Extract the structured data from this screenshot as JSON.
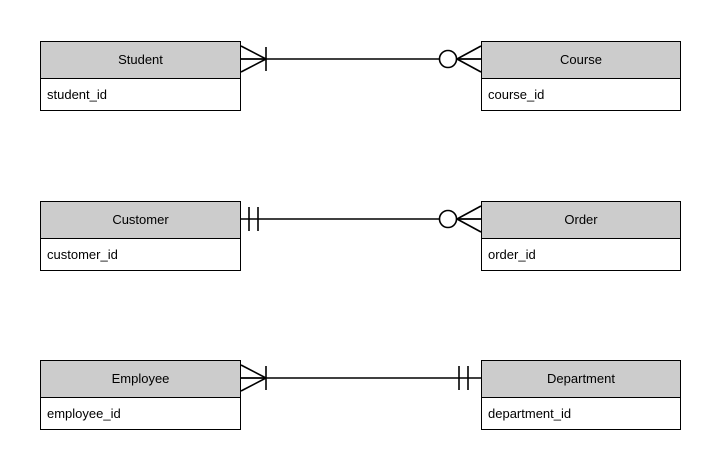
{
  "diagram": {
    "type": "entity-relationship-diagram",
    "notation": "crow's foot",
    "background_color": "#ffffff",
    "header_fill_color": "#cccccc",
    "line_color": "#000000",
    "entities": [
      {
        "name": "Student",
        "attribute": "student_id"
      },
      {
        "name": "Course",
        "attribute": "course_id"
      },
      {
        "name": "Customer",
        "attribute": "customer_id"
      },
      {
        "name": "Order",
        "attribute": "order_id"
      },
      {
        "name": "Employee",
        "attribute": "employee_id"
      },
      {
        "name": "Department",
        "attribute": "department_id"
      }
    ],
    "relationships": [
      {
        "from": "Student",
        "to": "Course",
        "from_cardinality": "one-or-many",
        "to_cardinality": "zero-or-many"
      },
      {
        "from": "Customer",
        "to": "Order",
        "from_cardinality": "exactly-one",
        "to_cardinality": "zero-or-many"
      },
      {
        "from": "Employee",
        "to": "Department",
        "from_cardinality": "one-or-many",
        "to_cardinality": "exactly-one"
      }
    ]
  }
}
